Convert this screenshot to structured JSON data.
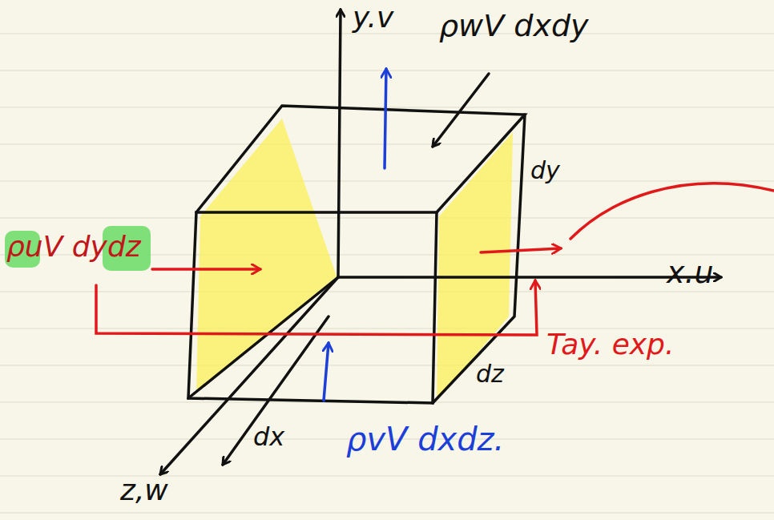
{
  "diagram": {
    "labels": [
      "y.v",
      "ρwV dxdy",
      "dy",
      "ρuV dydz",
      "x.u",
      "Tay. exp.",
      "dz",
      "dx",
      "ρvV dxdz.",
      "z,w"
    ]
  }
}
